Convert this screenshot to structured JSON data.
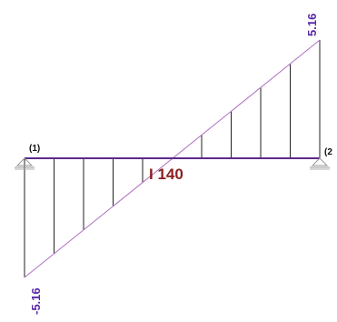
{
  "nodes": {
    "start": "(1)",
    "end": "(2"
  },
  "values": {
    "start": "-5.16",
    "end": "5.16"
  },
  "section": {
    "label": "I 140"
  },
  "diagram": {
    "start_value": -5.16,
    "end_value": 5.16,
    "hatch_count": 10
  },
  "colors": {
    "beam": "#5a2a8a",
    "diagram_outline": "#b070c0",
    "value_text": "#5a2aa8",
    "section_text": "#8b1e1e",
    "hatch": "#222222",
    "support": "#9a9a9a"
  }
}
